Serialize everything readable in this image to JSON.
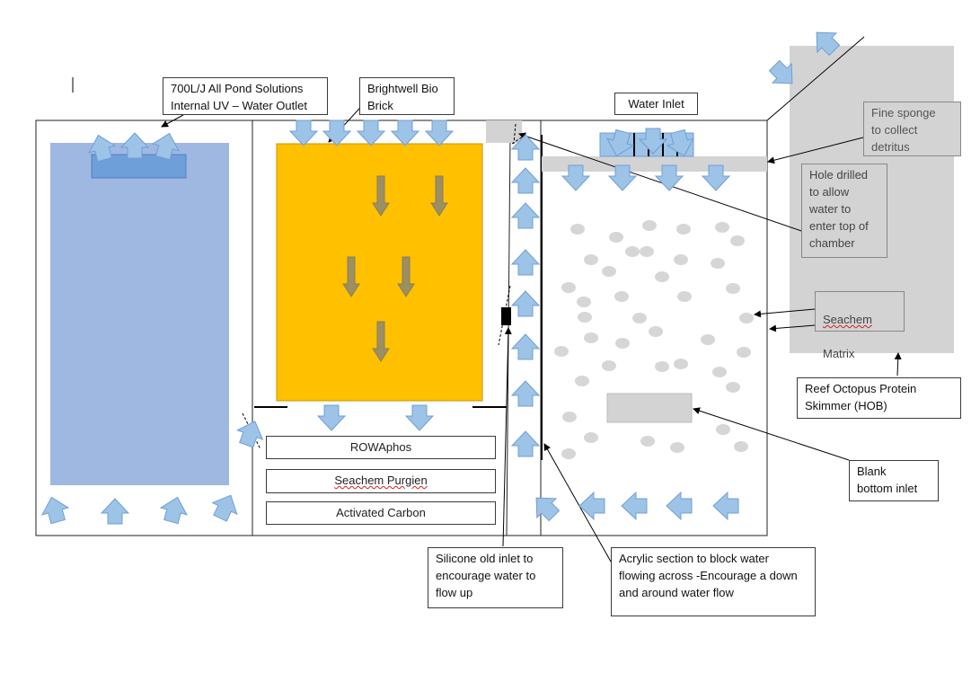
{
  "colors": {
    "uv_chamber": "#9fb8e2",
    "bio_brick": "#ffc000",
    "arrow_fill": "#9dc3e6",
    "arrow_stroke": "#6f9fd8",
    "brown_arrow": "#9c8f64",
    "grey_panel": "#d3d3d3",
    "pebble": "#d6d6d6"
  },
  "labels": {
    "uv_outlet": "700L/J All Pond Solutions\nInternal UV – Water Outlet",
    "bio_brick": "Brightwell Bio\nBrick",
    "water_inlet": "Water Inlet",
    "fine_sponge": "Fine sponge\nto collect\ndetritus",
    "hole_drilled": "Hole drilled\nto allow\nwater to\nenter top of\nchamber",
    "seachem_word": "Seachem",
    "matrix_word": "Matrix",
    "protein_skimmer": "Reef Octopus Protein\nSkimmer (HOB)",
    "blank_inlet": "Blank\nbottom inlet",
    "silicone_inlet": "Silicone old inlet to\nencourage water to\nflow up",
    "acrylic_section": "Acrylic section to block water\nflowing across -Encourage a down\nand around water flow"
  },
  "media": [
    "ROWAphos",
    "Seachem Purgien",
    "Activated Carbon"
  ],
  "icons": {
    "flow_arrow": "block-arrow-icon",
    "pebble": "ceramic-pebble-icon"
  }
}
